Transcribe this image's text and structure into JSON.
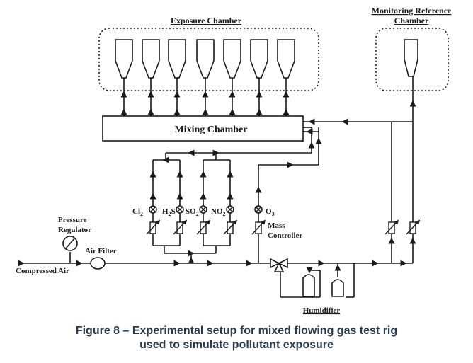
{
  "diagram": {
    "exposure_chamber_title": "Exposure Chamber",
    "monitoring_chamber_title_line1": "Monitoring Reference",
    "monitoring_chamber_title_line2": "Chamber",
    "mixing_chamber_label": "Mixing Chamber",
    "gases": [
      {
        "name": "Cl",
        "sub": "2"
      },
      {
        "name": "H",
        "sub": "2",
        "tail": "S"
      },
      {
        "name": "SO",
        "sub": "2"
      },
      {
        "name": "NO",
        "sub": "2"
      }
    ],
    "ozone": {
      "name": "O",
      "sub": "3"
    },
    "mass_controller_line1": "Mass",
    "mass_controller_line2": "Controller",
    "pressure_regulator_line1": "Pressure",
    "pressure_regulator_line2": "Regulator",
    "air_filter_label": "Air Filter",
    "compressed_air_label": "Compressed Air",
    "humidifier_label": "Humidifier"
  },
  "caption": {
    "line1": "Figure 8 – Experimental setup for mixed flowing gas test rig",
    "line2": "used to simulate pollutant exposure"
  }
}
